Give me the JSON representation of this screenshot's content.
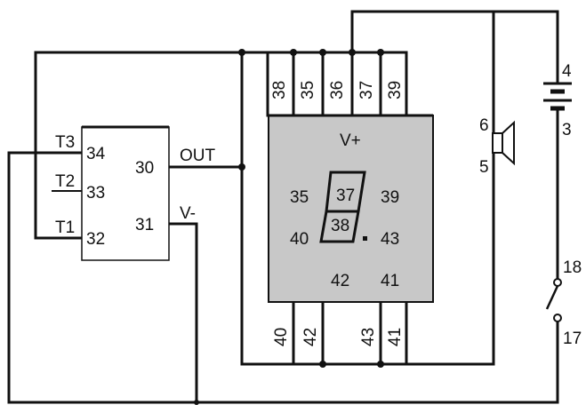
{
  "module_block": {
    "pins_left": [
      "34",
      "33",
      "32"
    ],
    "pins_right": [
      "30",
      "31"
    ],
    "labels_left": [
      "T3",
      "T2",
      "T1"
    ],
    "out_label": "OUT",
    "vminus_label": "V-"
  },
  "display_block": {
    "vplus_label": "V+",
    "top_pins": [
      "38",
      "35",
      "36",
      "37",
      "39"
    ],
    "bottom_pins": [
      "40",
      "42",
      "43",
      "41"
    ],
    "inner_left": [
      "35",
      "40"
    ],
    "inner_right": [
      "39",
      "43"
    ],
    "inner_bottom": [
      "42",
      "41"
    ],
    "digit_top": "37",
    "digit_bottom": "38"
  },
  "battery": {
    "top_label": "4",
    "bottom_label": "3"
  },
  "speaker": {
    "top_label": "6",
    "bottom_label": "5"
  },
  "switch": {
    "top_label": "18",
    "bottom_label": "17"
  },
  "colors": {
    "display_fill": "#c8c8c8",
    "wire": "#111111"
  }
}
